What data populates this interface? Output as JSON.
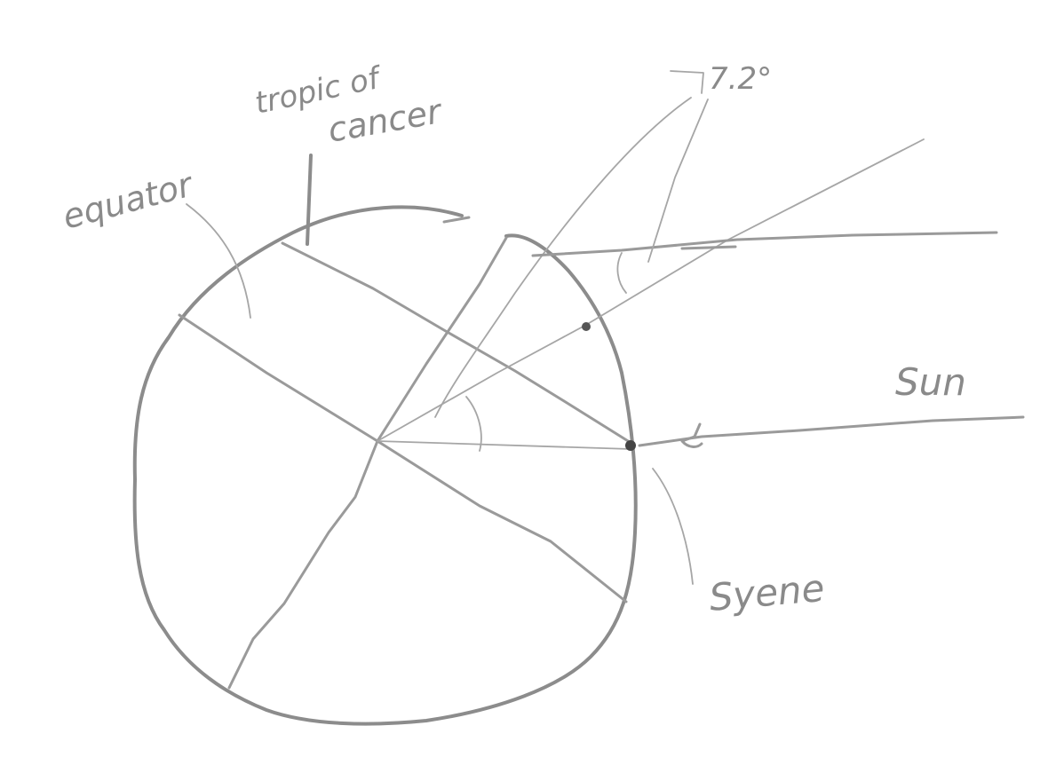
{
  "labels": {
    "equator": "equator",
    "tropic_line1": "tropic of",
    "tropic_line2": "cancer",
    "angle": "7.2°",
    "sun": "Sun",
    "syene": "Syene"
  },
  "colors": {
    "stroke": "#8c8c8c",
    "background": "#ffffff"
  }
}
